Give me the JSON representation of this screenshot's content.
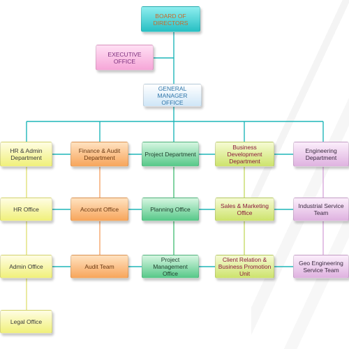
{
  "chart": {
    "board": "BOARD OF DIRECTORS",
    "executive": "EXECUTIVE OFFICE",
    "gm": "GENERAL MANAGER OFFICE",
    "departments": [
      {
        "name": "HR & Admin Department",
        "units": [
          "HR Office",
          "Admin Office",
          "Legal Office"
        ]
      },
      {
        "name": "Finance & Audit Department",
        "units": [
          "Account Office",
          "Audit Team"
        ]
      },
      {
        "name": "Project Department",
        "units": [
          "Planning Office",
          "Project Management Office"
        ]
      },
      {
        "name": "Business Development Department",
        "units": [
          "Sales & Marketing Office",
          "Client Relation & Business Promotion Unit"
        ]
      },
      {
        "name": "Engineering Department",
        "units": [
          "Industrial Service Team",
          "Geo Engineering Service Team"
        ]
      }
    ]
  },
  "colors": {
    "connector": "#1fb6b8",
    "board": "#27bfc3",
    "executive": "#f6a6d8",
    "gm": "#cfe6f7",
    "hr": "#f0f07a",
    "finance": "#f7a55b",
    "project": "#56c888",
    "business": "#cde36c",
    "engineering": "#dfb2e0"
  }
}
